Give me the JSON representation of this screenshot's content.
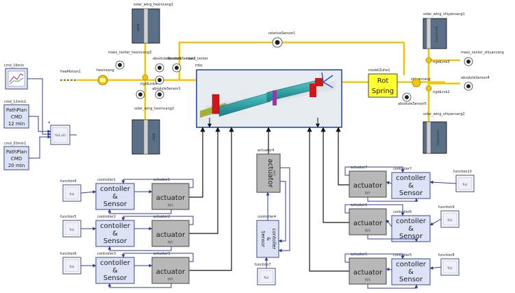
{
  "colors": {
    "shaft": "#f2c600",
    "wire_blue": "#2e3a9c",
    "block_grey": "#b8b8b8",
    "block_blue": "#dde3f6",
    "block_border": "#3a4a8c",
    "panel_border": "#1d3fa0",
    "spring": "#ffff30",
    "solar_panel": "#5a6f88"
  },
  "inputs": {
    "cmd16": "cmd_16min",
    "cmd12": "cmd_12min1",
    "cmd12_text": [
      "PathPlan",
      "CMD",
      "12 min"
    ],
    "cmd20": "cmd_20min1",
    "cmd20_text": [
      "PathPlan",
      "CMD",
      "20 min"
    ],
    "mux": "a",
    "mux_fn": "f(x1,x2)"
  },
  "bodies": {
    "free_motion": "freeMotion1",
    "hexincang": "hexincang",
    "rigid_link4": "rigidLink4",
    "abs_sensor3": "absoluteSensor3",
    "mass_hexincang3": "mass_center_hexincang3",
    "abs_sensor2": "absoluteSensor2",
    "abs_sensor1": "absoluteSensor1",
    "mass_center_mbs": [
      "mass_center",
      "mbs"
    ],
    "relative_sensor": "relativeSensor1",
    "wing_top_left": "solar_wing_hexincang1",
    "wing_bottom_left": "solar_wing_hexincang2",
    "core_label": "core",
    "modelzuhe": "modelZuhe1",
    "rot_spring": [
      "Rot",
      "Spring"
    ],
    "abs_sensor5": "absoluteSensor5",
    "shiyancang": "shiyancang",
    "rigid_link3": "rigidLink3",
    "rigid_link2": "rigidLink2",
    "abs_sensor4": "absoluteSensor4",
    "mass_shiyancang": "mass_center_shiyancang",
    "wing_top_right": "solar_wing_shiyancang1",
    "wing_bottom_right": "solar_wing_shiyancang2",
    "experiment_label": "Experiment"
  },
  "control": {
    "function_labels": [
      "function4",
      "function5",
      "function6",
      "function7",
      "function10",
      "function9",
      "function8"
    ],
    "controller_labels": [
      "controller1",
      "controller2",
      "controller3",
      "controller4",
      "controller7",
      "controller6",
      "controller5"
    ],
    "actuator_labels": [
      "actuator1",
      "actuator2",
      "actuator3",
      "actuator4",
      "actuator7",
      "actuator6",
      "actuator5"
    ],
    "fx": "f(x)",
    "controller_text": [
      "contoller",
      "&",
      "Sensor"
    ],
    "actuator_text": "actuator",
    "actuator_sub": "执行"
  }
}
